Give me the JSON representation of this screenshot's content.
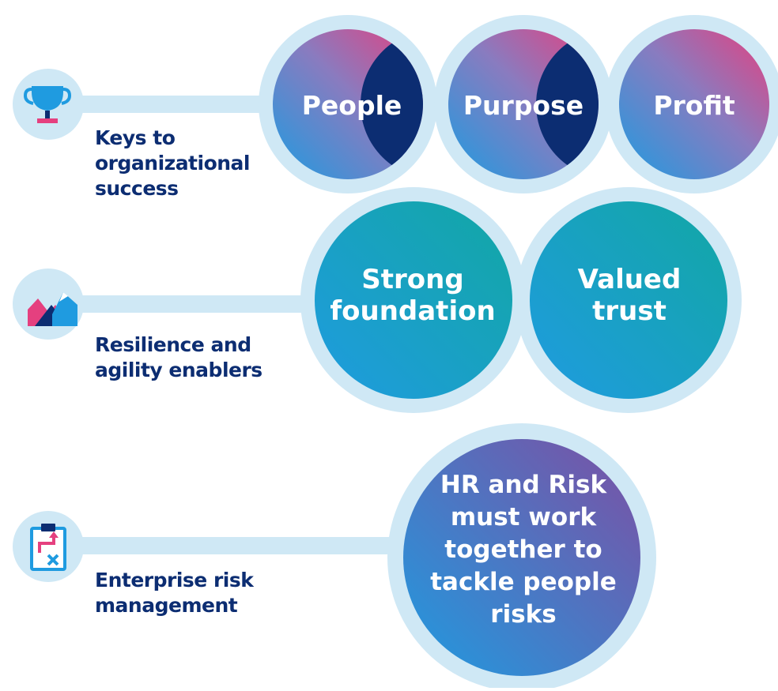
{
  "colors": {
    "halo": "#cfe8f5",
    "navy": "#0c2d72",
    "pink": "#e5407f",
    "blue": "#1f9be0",
    "teal": "#12a7a4",
    "purple": "#7d4fa3"
  },
  "rows": [
    {
      "icon": "trophy-icon",
      "label": "Keys to\norganizational\nsuccess",
      "circles": [
        "People",
        "Purpose",
        "Profit"
      ]
    },
    {
      "icon": "mountains-icon",
      "label": "Resilience and\nagility enablers",
      "circles": [
        "Strong\nfoundation",
        "Valued\ntrust"
      ]
    },
    {
      "icon": "risk-clipboard-icon",
      "label": "Enterprise risk\nmanagement",
      "circles": [
        "HR and Risk\nmust work\ntogether to\ntackle people\nrisks"
      ]
    }
  ]
}
